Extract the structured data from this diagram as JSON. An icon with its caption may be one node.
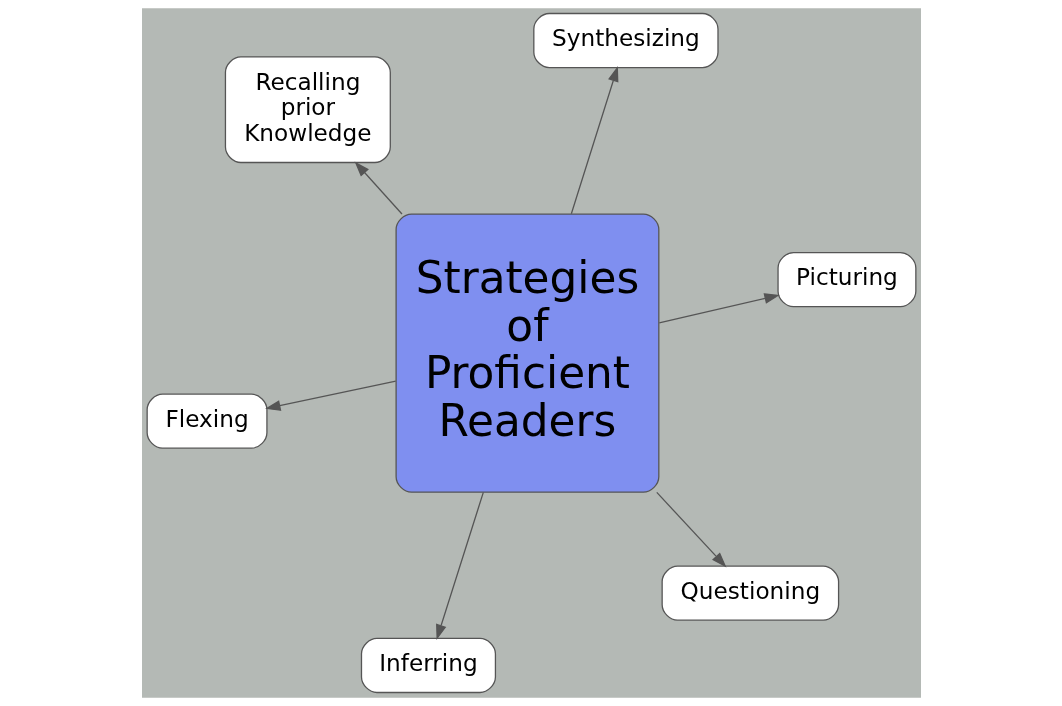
{
  "diagram": {
    "nodes": [
      {
        "text": [
          "Flexing"
        ]
      },
      {
        "text": [
          "Questioning"
        ]
      },
      {
        "text": [
          "Strategies of Proficient Readers"
        ]
      },
      {
        "text": [
          "Recalling prior Knowledge"
        ]
      },
      {
        "text": [
          "Picturing"
        ]
      },
      {
        "text": [
          "Synthesizing"
        ]
      },
      {
        "text": [
          "Inferring"
        ]
      }
    ],
    "edges": [
      {
        "from": 2,
        "to": 0,
        "arrow": "to"
      },
      {
        "from": 2,
        "to": 1,
        "arrow": "to"
      },
      {
        "from": 2,
        "to": 3,
        "arrow": "to"
      },
      {
        "from": 2,
        "to": 4,
        "arrow": "to"
      },
      {
        "from": 2,
        "to": 5,
        "arrow": "to"
      },
      {
        "from": 2,
        "to": 6,
        "arrow": "to"
      }
    ]
  }
}
